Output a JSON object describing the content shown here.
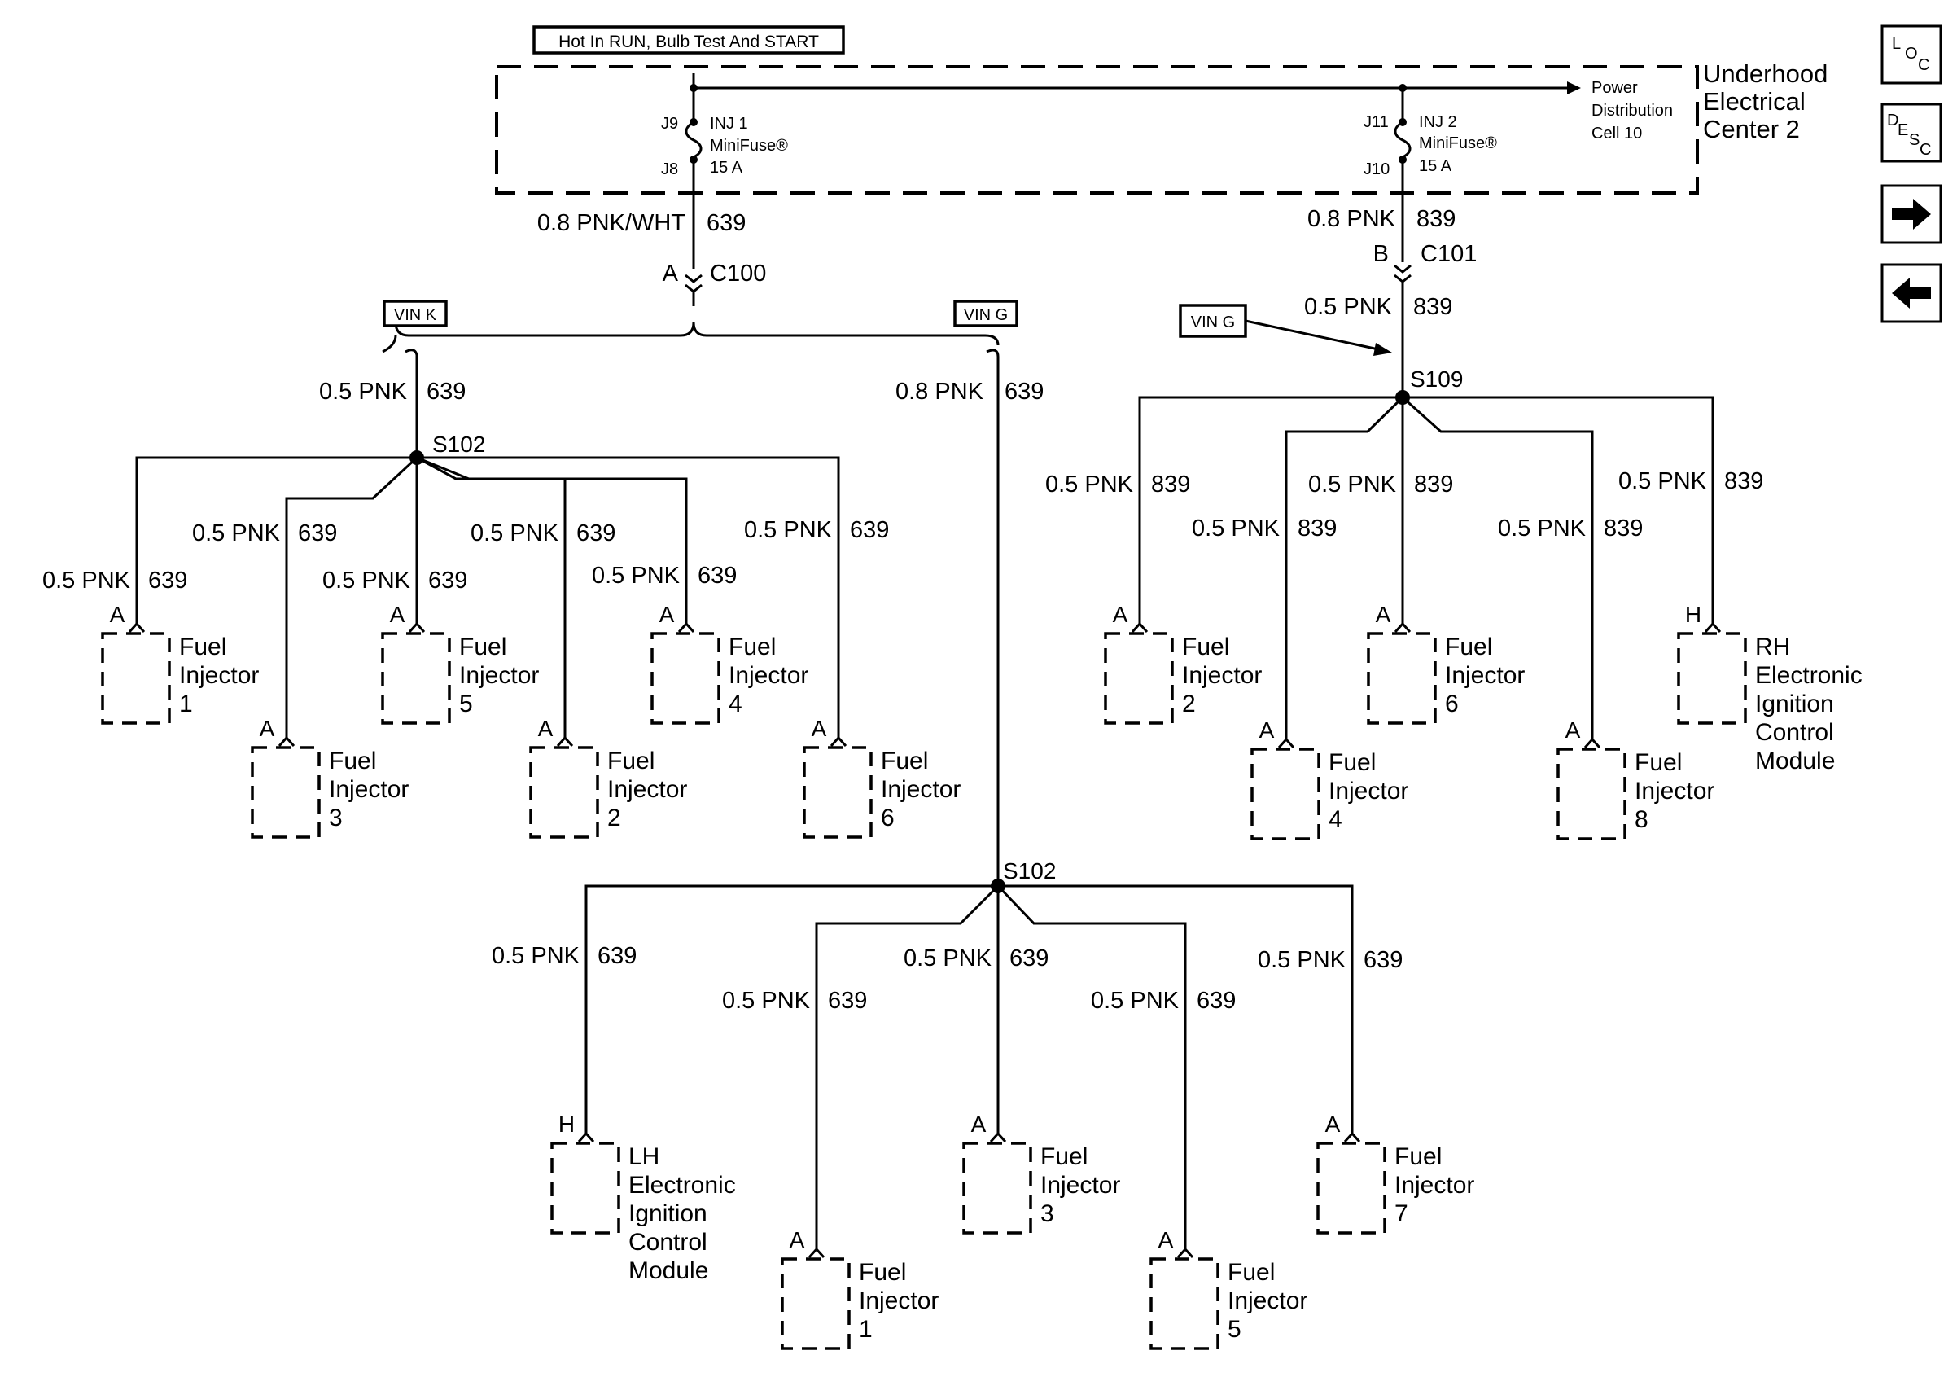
{
  "power_source": {
    "label": "Hot In RUN, Bulb Test And START",
    "center_lines": [
      "Underhood",
      "Electrical",
      "Center 2"
    ],
    "distribution_lines": [
      "Power",
      "Distribution",
      "Cell 10"
    ]
  },
  "fuses": [
    {
      "id": "inj1",
      "name": "INJ 1",
      "type": "MiniFuse®",
      "rating": "15 A",
      "pin_in": "J9",
      "pin_out": "J8"
    },
    {
      "id": "inj2",
      "name": "INJ 2",
      "type": "MiniFuse®",
      "rating": "15 A",
      "pin_in": "J11",
      "pin_out": "J10"
    }
  ],
  "wires": {
    "w_639_main": {
      "size": "0.8 PNK/WHT",
      "circuit": "639"
    },
    "w_839_main": {
      "size": "0.8 PNK",
      "circuit": "839"
    },
    "w_839_ving": {
      "size": "0.5 PNK",
      "circuit": "839"
    },
    "w_639_vink": {
      "size": "0.5 PNK",
      "circuit": "639"
    },
    "w_639_ving": {
      "size": "0.8 PNK",
      "circuit": "639"
    },
    "branch": {
      "size": "0.5 PNK"
    }
  },
  "connectors": [
    {
      "id": "c100",
      "name": "C100",
      "pin": "A"
    },
    {
      "id": "c101",
      "name": "C101",
      "pin": "B"
    }
  ],
  "options": {
    "vin_k": "VIN K",
    "vin_g": "VIN G"
  },
  "splices": {
    "s102": "S102",
    "s109": "S109"
  },
  "components": {
    "k_inj1": {
      "pin": "A",
      "circuit": "639",
      "lines": [
        "Fuel",
        "Injector",
        "1"
      ]
    },
    "k_inj3": {
      "pin": "A",
      "circuit": "639",
      "lines": [
        "Fuel",
        "Injector",
        "3"
      ]
    },
    "k_inj5": {
      "pin": "A",
      "circuit": "639",
      "lines": [
        "Fuel",
        "Injector",
        "5"
      ]
    },
    "k_inj2": {
      "pin": "A",
      "circuit": "639",
      "lines": [
        "Fuel",
        "Injector",
        "2"
      ]
    },
    "k_inj4": {
      "pin": "A",
      "circuit": "639",
      "lines": [
        "Fuel",
        "Injector",
        "4"
      ]
    },
    "k_inj6": {
      "pin": "A",
      "circuit": "639",
      "lines": [
        "Fuel",
        "Injector",
        "6"
      ]
    },
    "g_lh_eicm": {
      "pin": "H",
      "circuit": "639",
      "lines": [
        "LH",
        "Electronic",
        "Ignition",
        "Control",
        "Module"
      ]
    },
    "g_inj1": {
      "pin": "A",
      "circuit": "639",
      "lines": [
        "Fuel",
        "Injector",
        "1"
      ]
    },
    "g_inj3": {
      "pin": "A",
      "circuit": "639",
      "lines": [
        "Fuel",
        "Injector",
        "3"
      ]
    },
    "g_inj5": {
      "pin": "A",
      "circuit": "639",
      "lines": [
        "Fuel",
        "Injector",
        "5"
      ]
    },
    "g_inj7": {
      "pin": "A",
      "circuit": "639",
      "lines": [
        "Fuel",
        "Injector",
        "7"
      ]
    },
    "r_inj2": {
      "pin": "A",
      "circuit": "839",
      "lines": [
        "Fuel",
        "Injector",
        "2"
      ]
    },
    "r_inj4": {
      "pin": "A",
      "circuit": "839",
      "lines": [
        "Fuel",
        "Injector",
        "4"
      ]
    },
    "r_inj6": {
      "pin": "A",
      "circuit": "839",
      "lines": [
        "Fuel",
        "Injector",
        "6"
      ]
    },
    "r_inj8": {
      "pin": "A",
      "circuit": "839",
      "lines": [
        "Fuel",
        "Injector",
        "8"
      ]
    },
    "r_rh_eicm": {
      "pin": "H",
      "circuit": "839",
      "lines": [
        "RH",
        "Electronic",
        "Ignition",
        "Control",
        "Module"
      ]
    }
  },
  "nav": {
    "loc": [
      "L",
      "O",
      "C"
    ],
    "desc": [
      "D",
      "E",
      "S",
      "C"
    ],
    "forward_icon": "arrow-right-icon",
    "back_icon": "arrow-left-icon"
  }
}
